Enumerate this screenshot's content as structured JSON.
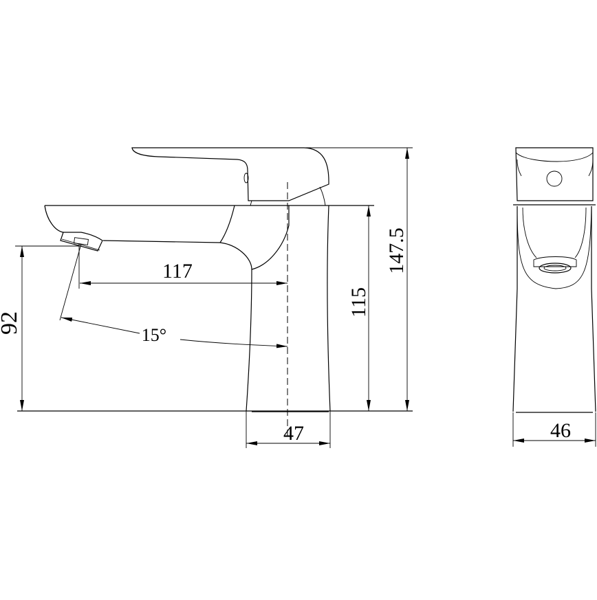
{
  "drawing": {
    "title": "Basin faucet technical drawing",
    "views": [
      "side-view",
      "front-view"
    ],
    "line_color": "#000000",
    "background": "#ffffff"
  },
  "dimensions": {
    "spout_reach": "117",
    "spout_height": "92",
    "spout_angle": "15°",
    "body_height": "115",
    "total_height": "147.5",
    "base_width_side": "47",
    "base_width_front": "46"
  },
  "units": "mm"
}
